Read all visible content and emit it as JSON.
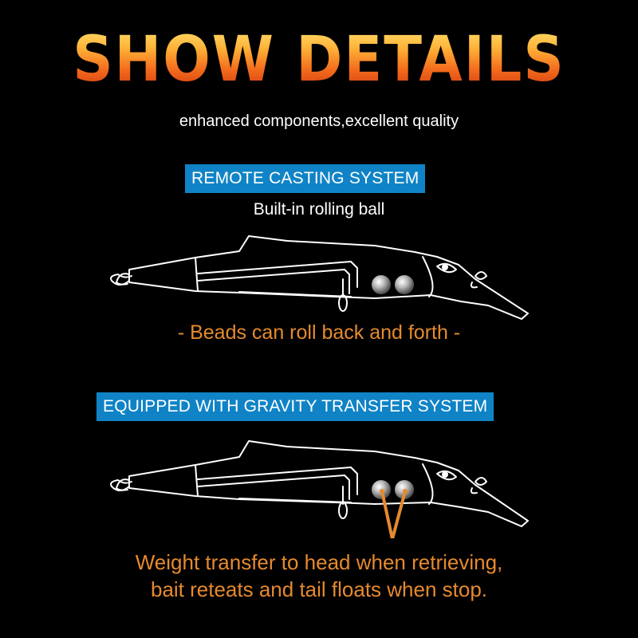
{
  "title": "SHOW DETAILS",
  "subtitle": "enhanced components,excellent quality",
  "section1": {
    "banner": "REMOTE CASTING SYSTEM",
    "caption": "Built-in rolling ball",
    "note": "- Beads can roll back and forth -"
  },
  "section2": {
    "banner": "EQUIPPED WITH GRAVITY TRANSFER SYSTEM",
    "note_line1": "Weight transfer to head when retrieving,",
    "note_line2": "bait reteats and tail floats when stop."
  },
  "colors": {
    "banner_bg": "#0f83c6",
    "accent_orange": "#e58a2f",
    "background": "#000000"
  },
  "graphics": [
    "fishing-lure-outline",
    "steel-ball-beads",
    "split-ring",
    "arrow-indicator"
  ]
}
